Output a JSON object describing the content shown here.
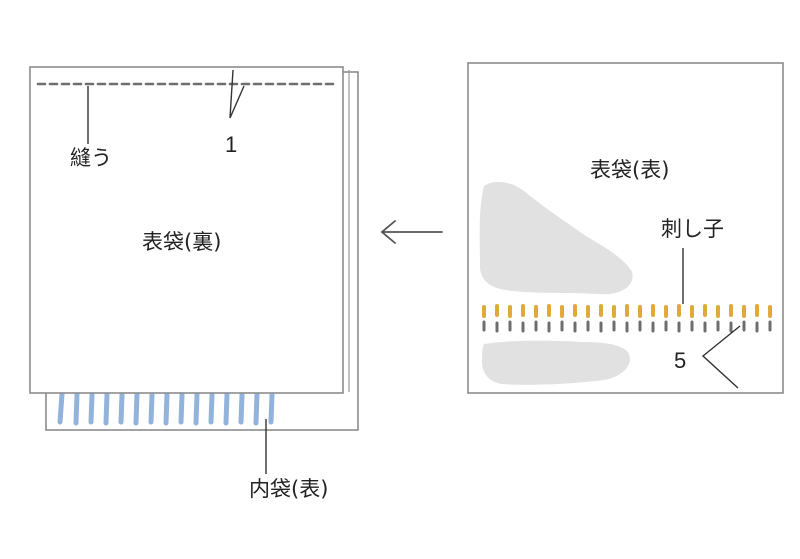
{
  "labels": {
    "sew": "縫う",
    "seam_allowance": "1",
    "outer_bag_back": "表袋(裏)",
    "inner_bag_front": "内袋(表)",
    "outer_bag_front": "表袋(表)",
    "sashiko": "刺し子",
    "stitch_offset": "5"
  },
  "colors": {
    "outline": "#8c8c8c",
    "stitch_dash": "#6e6e6e",
    "blue_stripes": "#7fa6d6",
    "sashiko_thread": "#e0a93a",
    "watercolor_patch": "#dcdcdc",
    "arrow": "#555555"
  },
  "icons": {
    "direction_arrow": "arrow-left-icon"
  }
}
